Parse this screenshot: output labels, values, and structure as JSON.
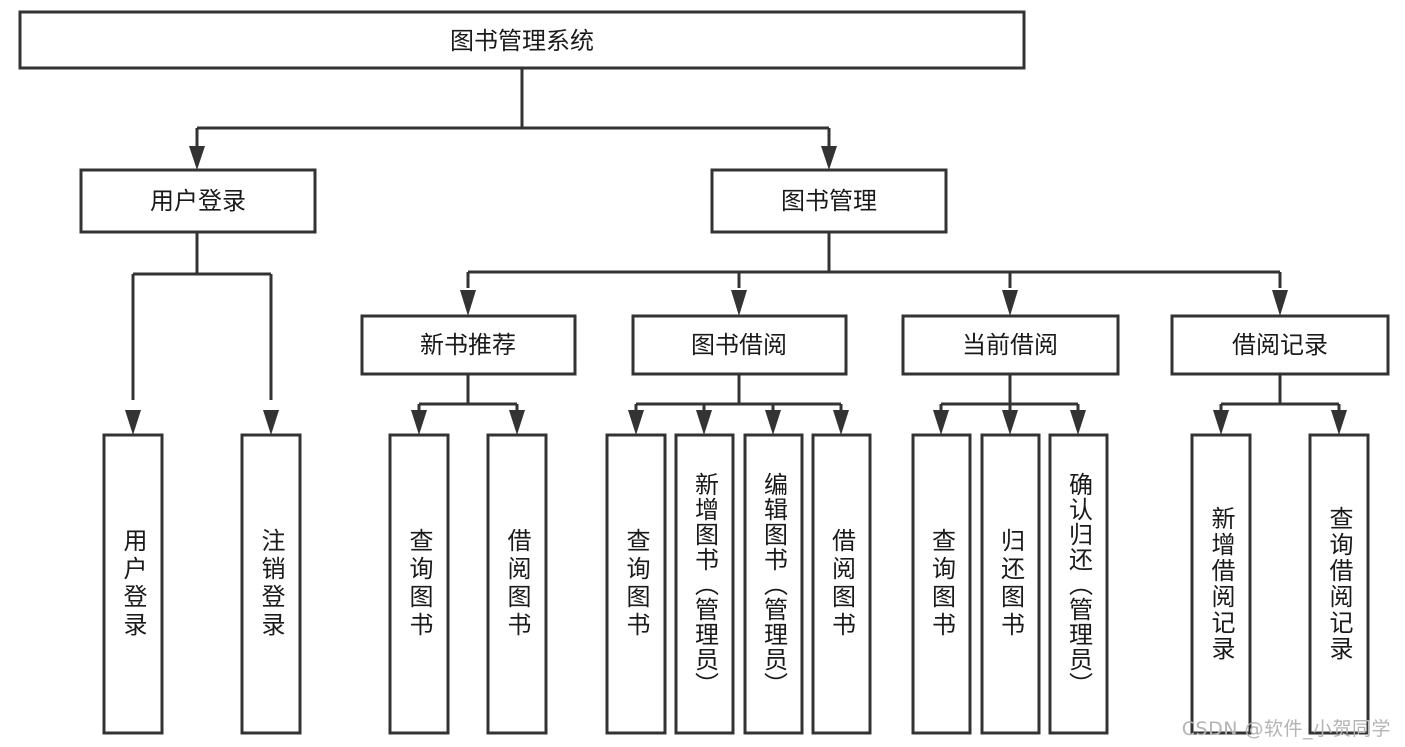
{
  "diagram": {
    "title": "图书管理系统",
    "type": "tree-hierarchy-chart",
    "root": {
      "label": "图书管理系统"
    },
    "level2": [
      {
        "label": "用户登录"
      },
      {
        "label": "图书管理"
      }
    ],
    "level3": [
      {
        "label": "新书推荐"
      },
      {
        "label": "图书借阅"
      },
      {
        "label": "当前借阅"
      },
      {
        "label": "借阅记录"
      }
    ],
    "leaves": [
      {
        "label": "用户登录"
      },
      {
        "label": "注销登录"
      },
      {
        "label": "查询图书"
      },
      {
        "label": "借阅图书"
      },
      {
        "label": "查询图书"
      },
      {
        "label": "新增图书（管理员）"
      },
      {
        "label": "编辑图书（管理员）"
      },
      {
        "label": "借阅图书"
      },
      {
        "label": "查询图书"
      },
      {
        "label": "归还图书"
      },
      {
        "label": "确认归还（管理员）"
      },
      {
        "label": "新增借阅记录"
      },
      {
        "label": "查询借阅记录"
      }
    ],
    "colors": {
      "stroke": "#333333",
      "fill": "#ffffff",
      "text": "#1a1a1a",
      "watermark": "#b4b4b4"
    }
  },
  "watermark": {
    "text": "CSDN @软件_小贺同学"
  }
}
